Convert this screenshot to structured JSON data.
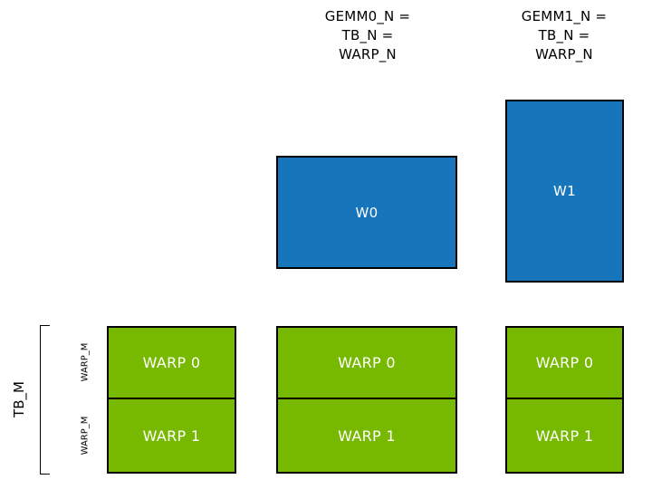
{
  "headers": [
    {
      "lines": [
        "GEMM0_N =",
        "TB_N =",
        "WARP_N"
      ]
    },
    {
      "lines": [
        "GEMM1_N =",
        "TB_N =",
        "WARP_N"
      ]
    }
  ],
  "blue_tiles": [
    {
      "label": "W0"
    },
    {
      "label": "W1"
    }
  ],
  "green_columns": [
    {
      "rows": [
        "WARP 0",
        "WARP 1"
      ]
    },
    {
      "rows": [
        "WARP 0",
        "WARP 1"
      ]
    },
    {
      "rows": [
        "WARP 0",
        "WARP 1"
      ]
    }
  ],
  "left_labels": {
    "tb_m": "TB_M",
    "warp_m": [
      "WARP_M",
      "WARP_M"
    ]
  },
  "colors": {
    "blue": "#1775bb",
    "green": "#76b900",
    "border": "#000000",
    "text_on_tile": "#ffffff",
    "text": "#000000",
    "background": "#ffffff"
  }
}
